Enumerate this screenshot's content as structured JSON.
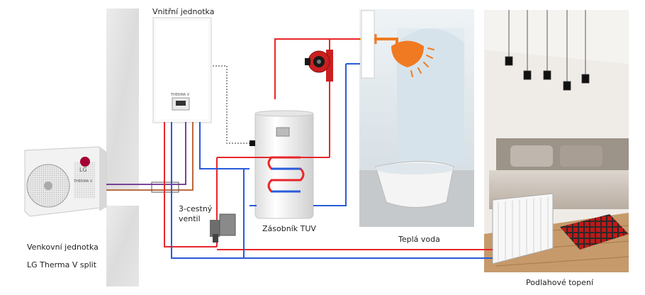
{
  "labels": {
    "indoor_unit": "Vnitřní jednotka",
    "outdoor_unit_line1": "Venkovní jednotka",
    "outdoor_unit_line2": "LG Therma V split",
    "valve_line1": "3-cestný",
    "valve_line2": "ventil",
    "tank": "Zásobník TUV",
    "hot_water": "Teplá voda",
    "floor_heating": "Podlahové topení"
  },
  "brand": {
    "outdoor_logo": "LG",
    "unit_marking": "THERMA V"
  },
  "colors": {
    "supply_hot": "#e8262a",
    "return_cold": "#2a5bd8",
    "refrigerant": "#6a2c8e",
    "refrigerant_alt": "#b5582a",
    "control_line": "#333333",
    "shower_orange": "#f07a22",
    "pump_red": "#cc1f1f",
    "lg_red": "#a50034"
  },
  "icons": [
    "shower-icon",
    "circulation-pump-icon",
    "three-way-valve-icon",
    "lg-logo-icon"
  ]
}
